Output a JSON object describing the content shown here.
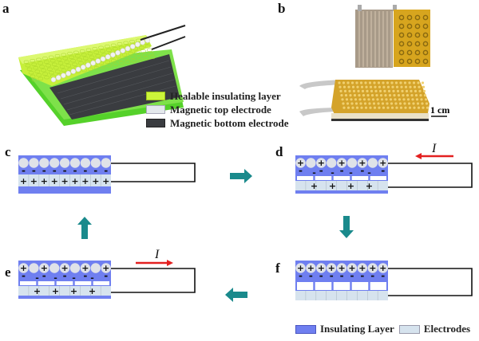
{
  "panels": {
    "a": {
      "label": "a",
      "legend": [
        {
          "label": "Healable insulating layer",
          "color": "#ccf53a"
        },
        {
          "label": "Magnetic top electrode",
          "color": "#e4e8ec"
        },
        {
          "label": "Magnetic bottom electrode",
          "color": "#3a3c40"
        }
      ]
    },
    "b": {
      "label": "b",
      "scale_bar": "1 cm"
    },
    "c": {
      "label": "c",
      "top_charges": "",
      "mid_charges": "-",
      "bottom_charges": "+"
    },
    "d": {
      "label": "d",
      "current_label": "I",
      "current_direction": "left"
    },
    "e": {
      "label": "e",
      "current_label": "I",
      "current_direction": "right"
    },
    "f": {
      "label": "f"
    }
  },
  "legend_bottom": [
    {
      "label": "Insulating Layer",
      "color": "#6f7ff0"
    },
    {
      "label": "Electrodes",
      "color": "#d6e3ee"
    }
  ],
  "colors": {
    "insulating": "#6f7ff0",
    "electrode": "#d6e3ee",
    "sphere": "#dfe2e8",
    "cycle_arrow": "#1a8a8c",
    "current_arrow": "#e32020"
  },
  "symbols": {
    "plus": "+",
    "minus": "-"
  }
}
